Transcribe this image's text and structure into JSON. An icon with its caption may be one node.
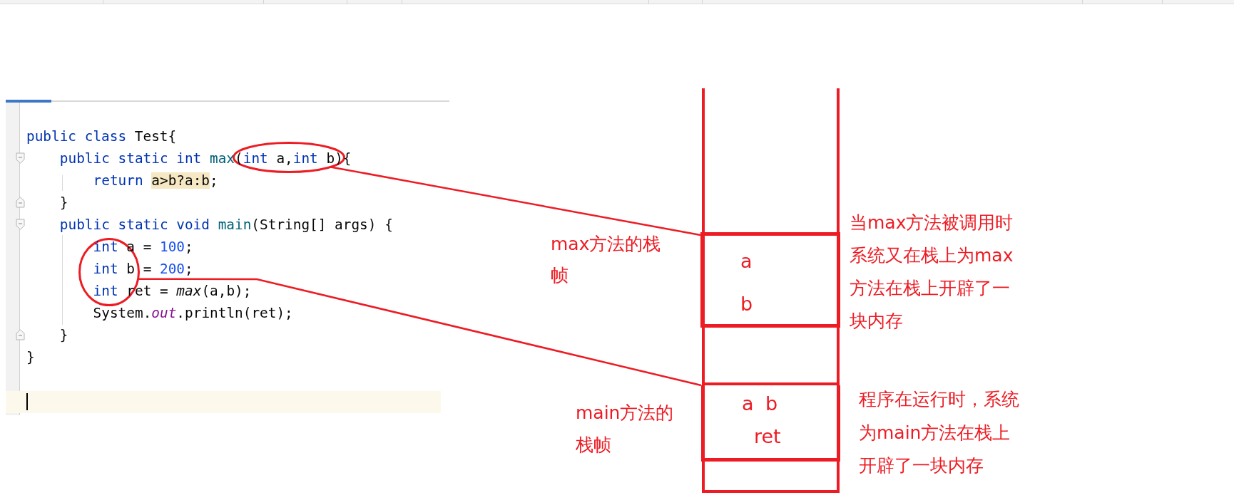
{
  "diagram": {
    "nodes": [
      {
        "text": [
          "public class Test{",
          "public static int max(int a,int b){",
          "return a>b?a:b;",
          "}",
          "public static void main(String[] args) {",
          "int a = 100;",
          "int b = 200;",
          "int ret = *max*(a,b);",
          "System.*out*.println(ret);",
          "}",
          "}"
        ]
      },
      {
        "text": [],
        "shape": "circle",
        "in": 0
      },
      {
        "text": [],
        "shape": "circle",
        "in": 0
      },
      {
        "text": [],
        "shape": "box"
      },
      {
        "text": [
          "a",
          "b"
        ],
        "in": 3,
        "beside": [
          "max方法的栈帧",
          "当max方法被调用时系统又在栈上为max方法在栈上开辟了一块内存"
        ]
      },
      {
        "text": [],
        "shape": "box",
        "in": 3
      },
      {
        "text": [
          "a",
          "b",
          "ret"
        ],
        "in": 3,
        "beside": [
          "main方法的栈帧",
          "程序在运行时，系统为main方法在栈上开辟了一块内存"
        ]
      },
      {
        "text": [],
        "shape": "box",
        "in": 3
      }
    ],
    "edges": [
      {
        "from": 1,
        "to": 4,
        "arrow": "none"
      },
      {
        "from": 2,
        "to": 6,
        "arrow": "none"
      }
    ]
  }
}
